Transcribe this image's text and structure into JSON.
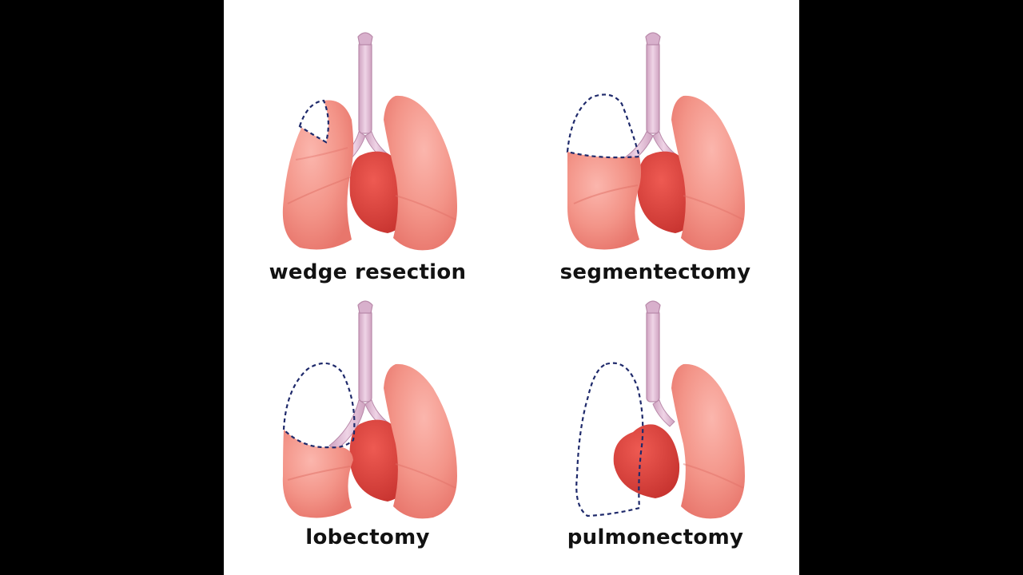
{
  "diagram": {
    "panels": [
      {
        "id": "wedge",
        "label": "wedge resection"
      },
      {
        "id": "segment",
        "label": "segmentectomy"
      },
      {
        "id": "lobe",
        "label": "lobectomy"
      },
      {
        "id": "pneumo",
        "label": "pulmonectomy"
      }
    ]
  },
  "colors": {
    "background_outer": "#000000",
    "background_panel": "#ffffff",
    "lung_light": "#f6a49a",
    "lung_mid": "#f08a7f",
    "lung_dark": "#e36f66",
    "heart": "#e0443d",
    "heart_dark": "#c9302c",
    "trachea": "#e3bcd7",
    "trachea_dark": "#b98aaa",
    "cut_line": "#1f2a6b"
  }
}
